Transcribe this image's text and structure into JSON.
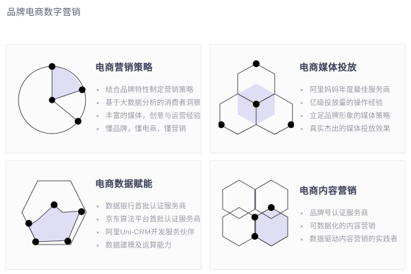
{
  "page": {
    "title": "品牌电商数字营销",
    "accent_heading_color": "#3b3f58",
    "body_text_color": "#9a9aa6",
    "figure_fill_color": "#dfdef4",
    "figure_stroke_color": "#4a4a55",
    "card_background": "#fbfbfc",
    "card_border_color": "#ececf1"
  },
  "cards": [
    {
      "icon": "pie-chart-icon",
      "heading": "电商营销策略",
      "bullets": [
        "结合品牌特性制定营销策略",
        "基于大数据分析的消费者洞察",
        "丰富的媒体，创意与运营经验",
        "懂品牌，懂电商，懂营销"
      ]
    },
    {
      "icon": "hexagon-cube-icon",
      "heading": "电商媒体投放",
      "bullets": [
        "阿里妈妈年度最佳服务商",
        "亿级投放量的操作经验",
        "立足品牌形象的媒体策略",
        "真实杰出的媒体投放效果"
      ]
    },
    {
      "icon": "hexagon-radar-icon",
      "heading": "电商数据赋能",
      "bullets": [
        "数据银行首批认证服务商",
        "京东算法平台首批认证服务商",
        "阿里Uni-CRM开发服务伙伴",
        "数据建模及运算能力"
      ]
    },
    {
      "icon": "hexagon-cluster-icon",
      "heading": "电商内容营销",
      "bullets": [
        "品牌号认证服务商",
        "可数据化的内容营销",
        "数据驱动内容营销的实践者"
      ]
    }
  ]
}
